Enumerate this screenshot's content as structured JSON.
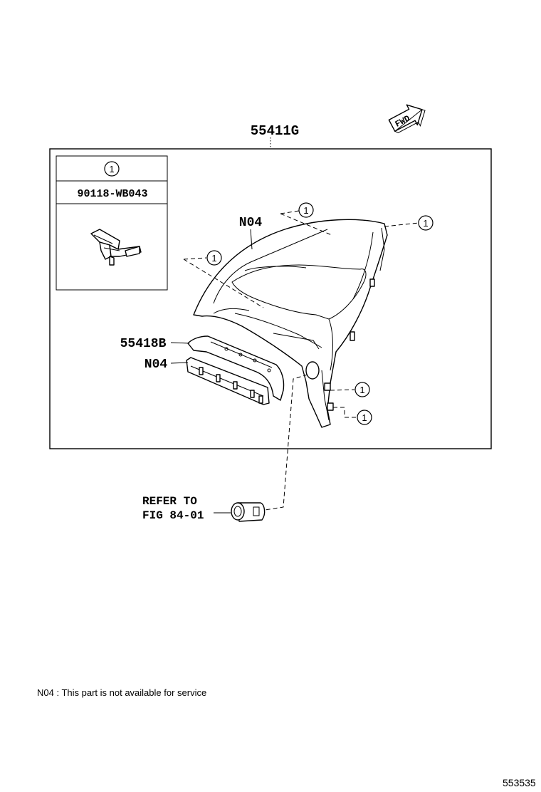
{
  "main_assembly": "55411G",
  "fwd_label": "FWD",
  "legend": {
    "ref_mark": "1",
    "part_number": "90118-WB043"
  },
  "callouts": {
    "n04_upper": "N04",
    "sub_part": "55418B",
    "n04_lower": "N04",
    "ref_marks": [
      "1",
      "1",
      "1",
      "1",
      "1"
    ]
  },
  "refer": {
    "line1": "REFER TO",
    "line2": "FIG 84-01"
  },
  "footnote": "N04 : This part is not available for service",
  "illustration_id": "553535"
}
